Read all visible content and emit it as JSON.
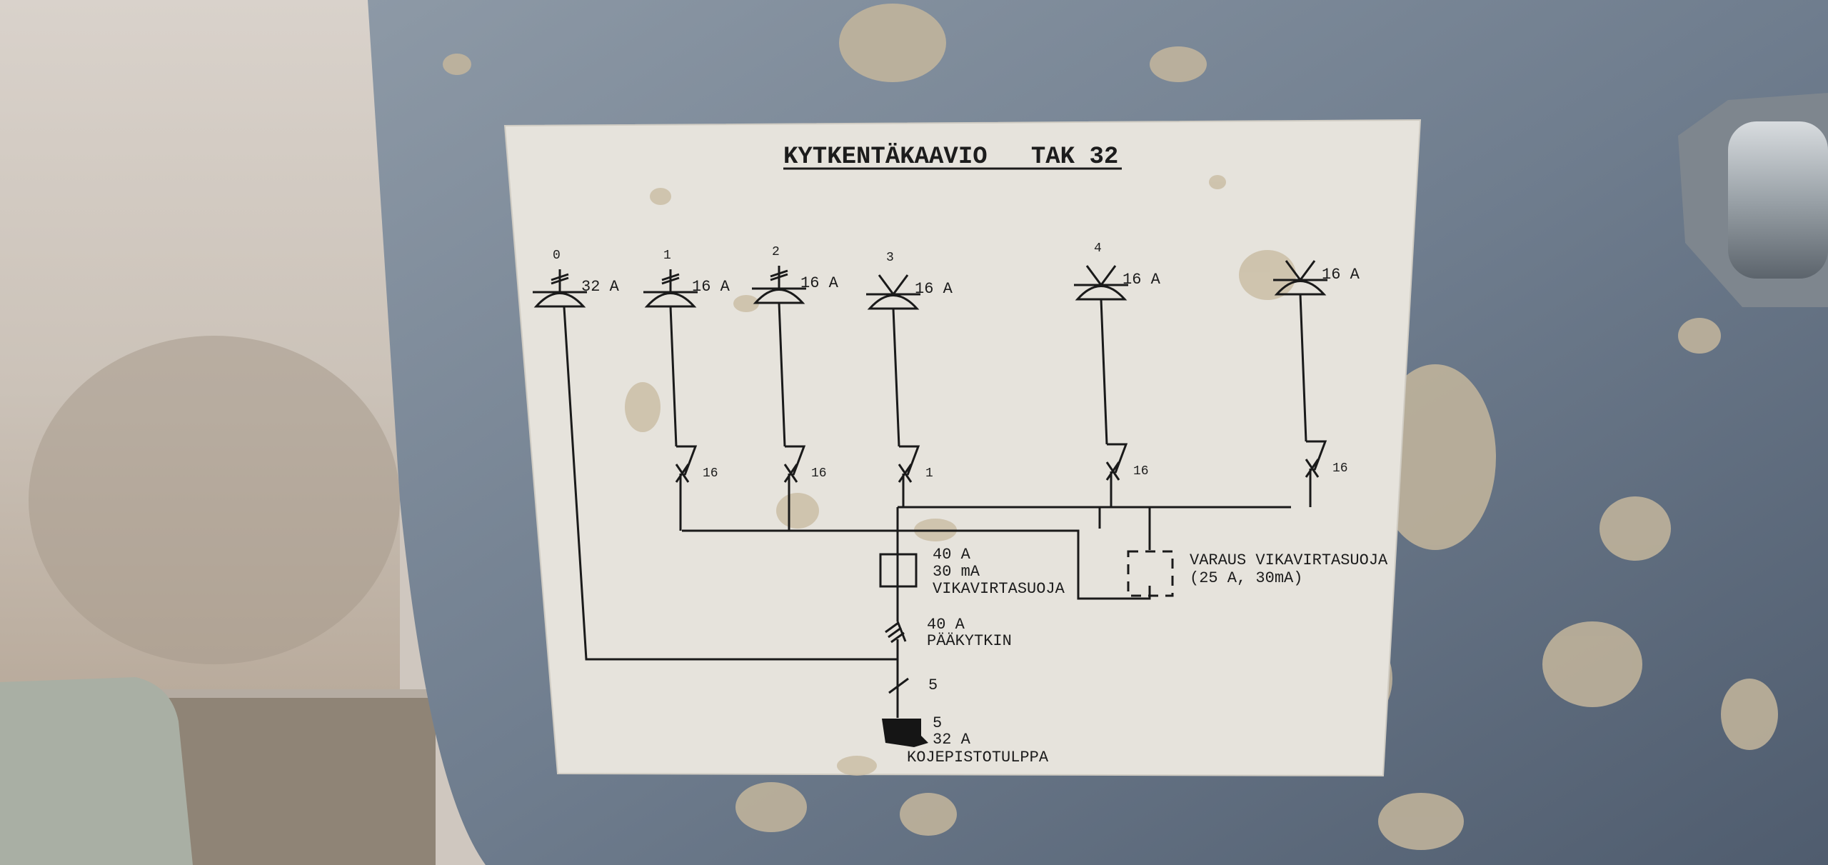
{
  "label": {
    "title": "KYTKENTÄKAAVIO   TAK 32",
    "outlets": [
      {
        "number": "0",
        "rating": "32 A",
        "breaker": ""
      },
      {
        "number": "1",
        "rating": "16 A",
        "breaker": "16"
      },
      {
        "number": "2",
        "rating": "16 A",
        "breaker": "16"
      },
      {
        "number": "3",
        "rating": "16 A",
        "breaker": "1"
      },
      {
        "number": "4",
        "rating": "16 A",
        "breaker": "16"
      },
      {
        "number": "",
        "rating": "16 A",
        "breaker": "16"
      }
    ],
    "rcd": {
      "line1": "40 A",
      "line2": "30 mA",
      "line3": "VIKAVIRTASUOJA"
    },
    "reserve_rcd": {
      "line1": "VARAUS VIKAVIRTASUOJA",
      "line2": "(25 A, 30mA)"
    },
    "main_switch": {
      "line1": "40 A",
      "line2": "PÄÄKYTKIN"
    },
    "cable": {
      "poles": "5"
    },
    "inlet": {
      "line1": "5",
      "line2": "32 A",
      "line3": "KOJEPISTOTULPPA"
    }
  },
  "colors": {
    "paper": "#e6e3dc",
    "metal": "#7d8a99",
    "wall": "#d6cec6",
    "dust": "#c2b49a"
  }
}
